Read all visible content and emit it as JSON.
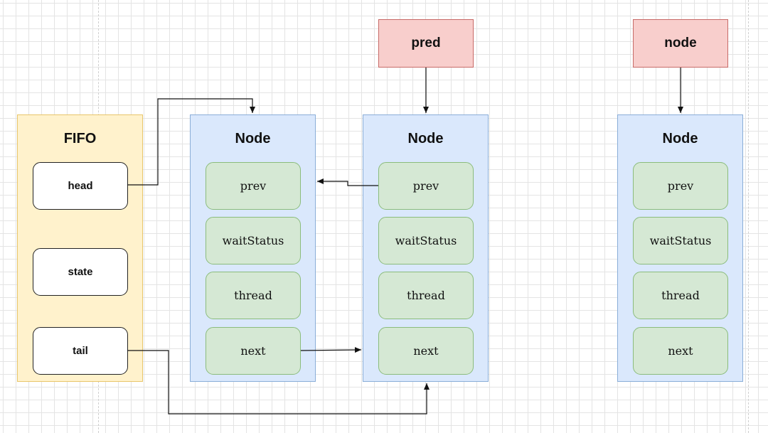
{
  "fifo": {
    "title": "FIFO",
    "fields": [
      "head",
      "state",
      "tail"
    ]
  },
  "nodes": [
    {
      "title": "Node",
      "fields": [
        "prev",
        "waitStatus",
        "thread",
        "next"
      ]
    },
    {
      "title": "Node",
      "fields": [
        "prev",
        "waitStatus",
        "thread",
        "next"
      ]
    },
    {
      "title": "Node",
      "fields": [
        "prev",
        "waitStatus",
        "thread",
        "next"
      ]
    }
  ],
  "pointers": {
    "pred": "pred",
    "node": "node"
  },
  "colors": {
    "fifo_fill": "#fff2cc",
    "node_fill": "#dae8fc",
    "field_fill": "#d5e8d4",
    "pointer_fill": "#f8cecc"
  }
}
